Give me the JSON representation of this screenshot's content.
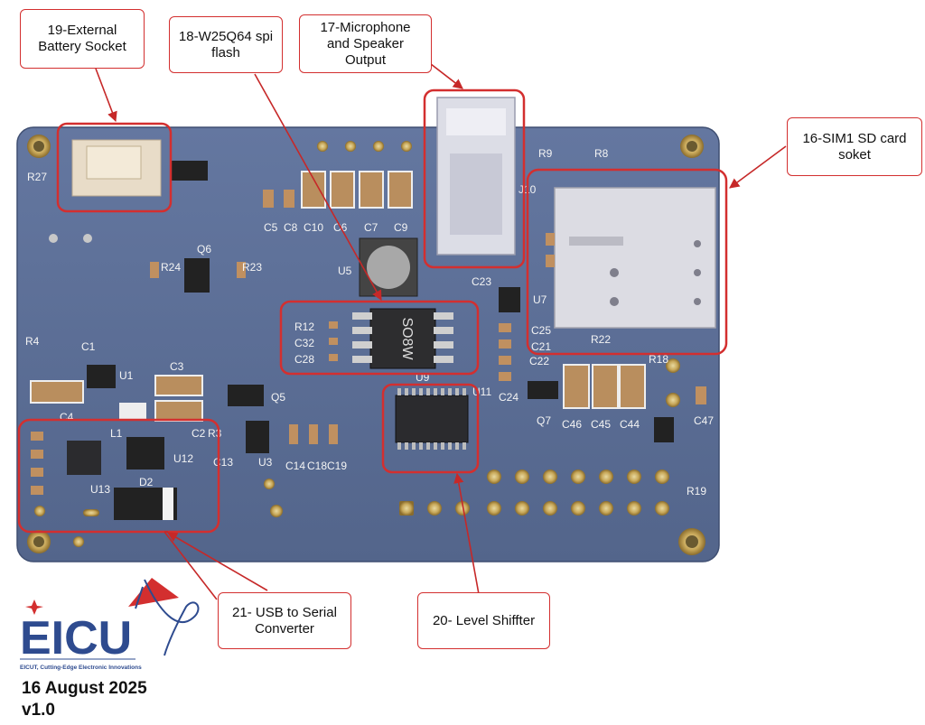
{
  "callouts": {
    "c19": "19-External\nBattery Socket",
    "c18": "18-W25Q64 spi\nflash",
    "c17": "17-Microphone\nand Speaker\nOutput",
    "c16": "16-SIM1 SD card\nsoket",
    "c21": "21- USB to Serial\nConverter",
    "c20": "20- Level Shiffter"
  },
  "silkscreen": {
    "r27": "R27",
    "u5": "U5",
    "r12": "R12",
    "c32": "C32",
    "c28": "C28",
    "u9": "U9",
    "u11": "U11",
    "c5": "C5",
    "c8": "C8",
    "c10": "C10",
    "c6": "C6",
    "c7": "C7",
    "c9": "C9",
    "r24": "R24",
    "r23": "R23",
    "q6": "Q6",
    "r4": "R4",
    "c1": "C1",
    "c3": "C3",
    "u1": "U1",
    "c4": "C4",
    "c2": "C2",
    "l1": "L1",
    "r3": "R3",
    "u12": "U12",
    "d2": "D2",
    "u13": "U13",
    "c13": "C13",
    "q5": "Q5",
    "u3": "U3",
    "c14": "C14",
    "c18": "C18",
    "c19": "C19",
    "r9": "R9",
    "r8": "R8",
    "j10": "J10",
    "c23": "C23",
    "u7": "U7",
    "c25": "C25",
    "c21": "C21",
    "c22": "C22",
    "c24": "C24",
    "r22": "R22",
    "r18": "R18",
    "q7": "Q7",
    "c46": "C46",
    "c45": "C45",
    "c44": "C44",
    "c47": "C47",
    "r19": "R19",
    "u9chip": "SO8W"
  },
  "logo": {
    "name": "EICU",
    "tagline": "EICUT, Cutting-Edge Electronic Innovations"
  },
  "footer": {
    "date": "16 August 2025",
    "version": "v1.0"
  },
  "colors": {
    "board": "#5b6e94",
    "highlight": "#d32f2f",
    "logo_blue": "#2e4b8f",
    "logo_red": "#d32f2f"
  }
}
